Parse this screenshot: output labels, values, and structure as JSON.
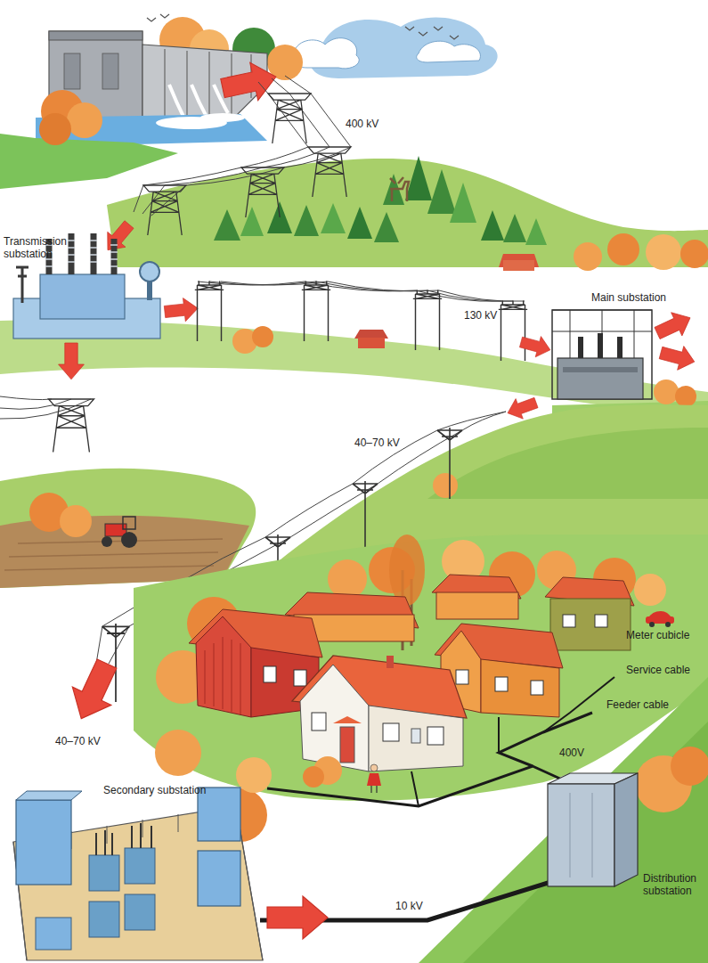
{
  "diagram": {
    "labels": [
      "400 kV",
      "Transmission substation",
      "130 kV",
      "Main substation",
      "40–70 kV",
      "Meter cubicle",
      "Service cable",
      "Feeder cable",
      "40–70 kV",
      "400V",
      "Secondary substation",
      "Distribution substation",
      "10 kV"
    ]
  }
}
